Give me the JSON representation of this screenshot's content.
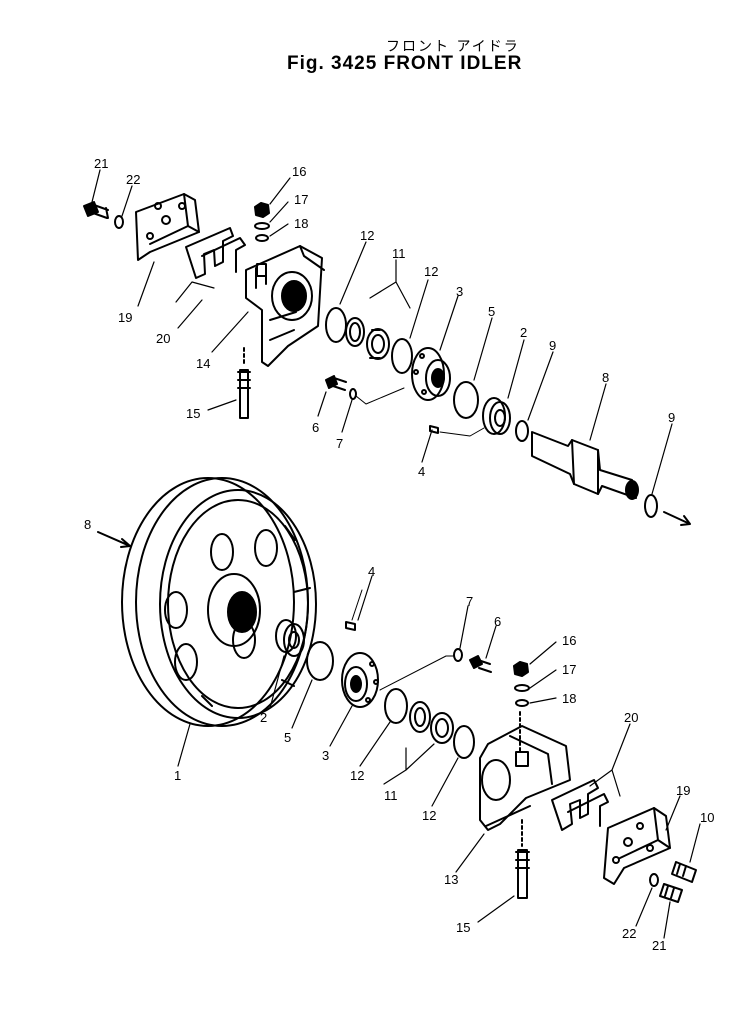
{
  "figure": {
    "japanese_title": "フロント アイドラ",
    "title": "Fig. 3425  FRONT IDLER"
  },
  "part_labels": [
    {
      "id": "top-21",
      "text": "21"
    },
    {
      "id": "top-22",
      "text": "22"
    },
    {
      "id": "top-16",
      "text": "16"
    },
    {
      "id": "top-17",
      "text": "17"
    },
    {
      "id": "top-18",
      "text": "18"
    },
    {
      "id": "top-19",
      "text": "19"
    },
    {
      "id": "top-20",
      "text": "20"
    },
    {
      "id": "top-14",
      "text": "14"
    },
    {
      "id": "top-15",
      "text": "15"
    },
    {
      "id": "top-12a",
      "text": "12"
    },
    {
      "id": "top-11",
      "text": "11"
    },
    {
      "id": "top-12b",
      "text": "12"
    },
    {
      "id": "top-3",
      "text": "3"
    },
    {
      "id": "top-5",
      "text": "5"
    },
    {
      "id": "top-2",
      "text": "2"
    },
    {
      "id": "top-9a",
      "text": "9"
    },
    {
      "id": "top-8",
      "text": "8"
    },
    {
      "id": "top-9b",
      "text": "9"
    },
    {
      "id": "top-6",
      "text": "6"
    },
    {
      "id": "top-7",
      "text": "7"
    },
    {
      "id": "top-4",
      "text": "4"
    },
    {
      "id": "bot-8",
      "text": "8"
    },
    {
      "id": "bot-4",
      "text": "4"
    },
    {
      "id": "bot-7",
      "text": "7"
    },
    {
      "id": "bot-6",
      "text": "6"
    },
    {
      "id": "bot-16",
      "text": "16"
    },
    {
      "id": "bot-17",
      "text": "17"
    },
    {
      "id": "bot-18",
      "text": "18"
    },
    {
      "id": "bot-20",
      "text": "20"
    },
    {
      "id": "bot-19",
      "text": "19"
    },
    {
      "id": "bot-10",
      "text": "10"
    },
    {
      "id": "bot-2",
      "text": "2"
    },
    {
      "id": "bot-5",
      "text": "5"
    },
    {
      "id": "bot-1",
      "text": "1"
    },
    {
      "id": "bot-3",
      "text": "3"
    },
    {
      "id": "bot-12a",
      "text": "12"
    },
    {
      "id": "bot-11",
      "text": "11"
    },
    {
      "id": "bot-12b",
      "text": "12"
    },
    {
      "id": "bot-13",
      "text": "13"
    },
    {
      "id": "bot-15",
      "text": "15"
    },
    {
      "id": "bot-22",
      "text": "22"
    },
    {
      "id": "bot-21",
      "text": "21"
    }
  ]
}
